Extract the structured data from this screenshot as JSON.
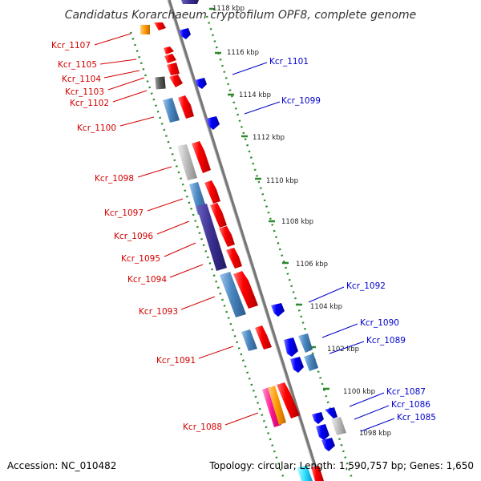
{
  "title": "Candidatus Korarchaeum cryptofilum OPF8, complete genome",
  "footer": {
    "accession": "Accession: NC_010482",
    "topology": "Topology: circular; Length: 1,590,757 bp; Genes: 1,650"
  },
  "ticks": [
    {
      "label": "1118 kbp"
    },
    {
      "label": "1116 kbp"
    },
    {
      "label": "1114 kbp"
    },
    {
      "label": "1112 kbp"
    },
    {
      "label": "1110 kbp"
    },
    {
      "label": "1108 kbp"
    },
    {
      "label": "1106 kbp"
    },
    {
      "label": "1104 kbp"
    },
    {
      "label": "1102 kbp"
    },
    {
      "label": "1100 kbp"
    },
    {
      "label": "1098 kbp"
    }
  ],
  "genes_forward": [
    {
      "label": "Kcr_1107"
    },
    {
      "label": "Kcr_1105"
    },
    {
      "label": "Kcr_1104"
    },
    {
      "label": "Kcr_1103"
    },
    {
      "label": "Kcr_1102"
    },
    {
      "label": "Kcr_1100"
    },
    {
      "label": "Kcr_1098"
    },
    {
      "label": "Kcr_1097"
    },
    {
      "label": "Kcr_1096"
    },
    {
      "label": "Kcr_1095"
    },
    {
      "label": "Kcr_1094"
    },
    {
      "label": "Kcr_1093"
    },
    {
      "label": "Kcr_1091"
    },
    {
      "label": "Kcr_1088"
    }
  ],
  "genes_reverse": [
    {
      "label": "Kcr_1101"
    },
    {
      "label": "Kcr_1099"
    },
    {
      "label": "Kcr_1092"
    },
    {
      "label": "Kcr_1090"
    },
    {
      "label": "Kcr_1089"
    },
    {
      "label": "Kcr_1087"
    },
    {
      "label": "Kcr_1086"
    },
    {
      "label": "Kcr_1085"
    }
  ],
  "colors": {
    "forward_strand": "#ff0000",
    "reverse_strand": "#0000ff",
    "backbone": "#888888",
    "ticks": "#228822",
    "cog_blue": "#4a86c0",
    "cog_grey": "#b8b8b8",
    "cog_orange": "#ff9900",
    "cog_magenta": "#ff1493",
    "cog_purple": "#3a2f8f"
  }
}
